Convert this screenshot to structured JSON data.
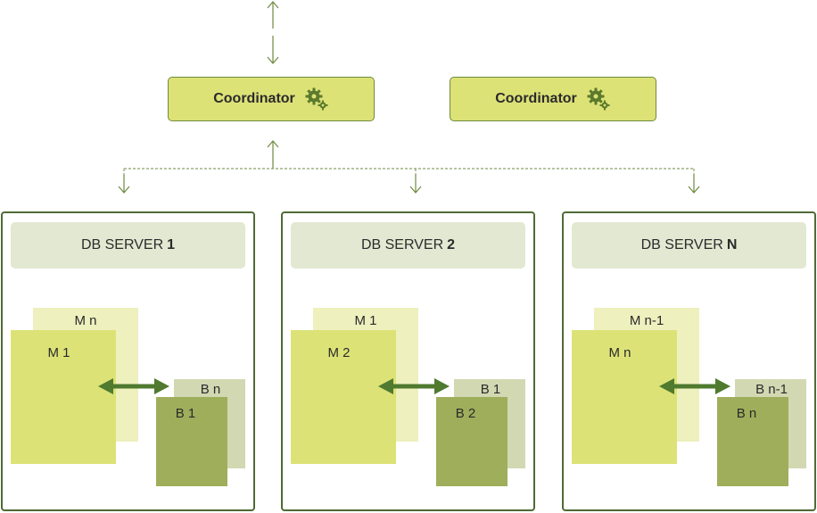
{
  "coordinators": [
    {
      "label": "Coordinator",
      "icon": "gears-icon"
    },
    {
      "label": "Coordinator",
      "icon": "gears-icon"
    }
  ],
  "servers": [
    {
      "title": "DB SERVER",
      "number": "1",
      "m_back": "M n",
      "m_front": "M 1",
      "b_back": "B n",
      "b_front": "B 1"
    },
    {
      "title": "DB SERVER",
      "number": "2",
      "m_back": "M 1",
      "m_front": "M 2",
      "b_back": "B 1",
      "b_front": "B 2"
    },
    {
      "title": "DB SERVER",
      "number": "N",
      "m_back": "M n-1",
      "m_front": "M n",
      "b_back": "B n-1",
      "b_front": "B n"
    }
  ],
  "colors": {
    "coordinator_fill": "#dde277",
    "border_dark_green": "#4f6a35",
    "arrow_green": "#4f7a2f",
    "master_front": "#dde277",
    "master_back": "#eef0be",
    "backup_front": "#9fae5b",
    "backup_back": "#d2d8b2",
    "header_fill": "#e3e8d2"
  }
}
